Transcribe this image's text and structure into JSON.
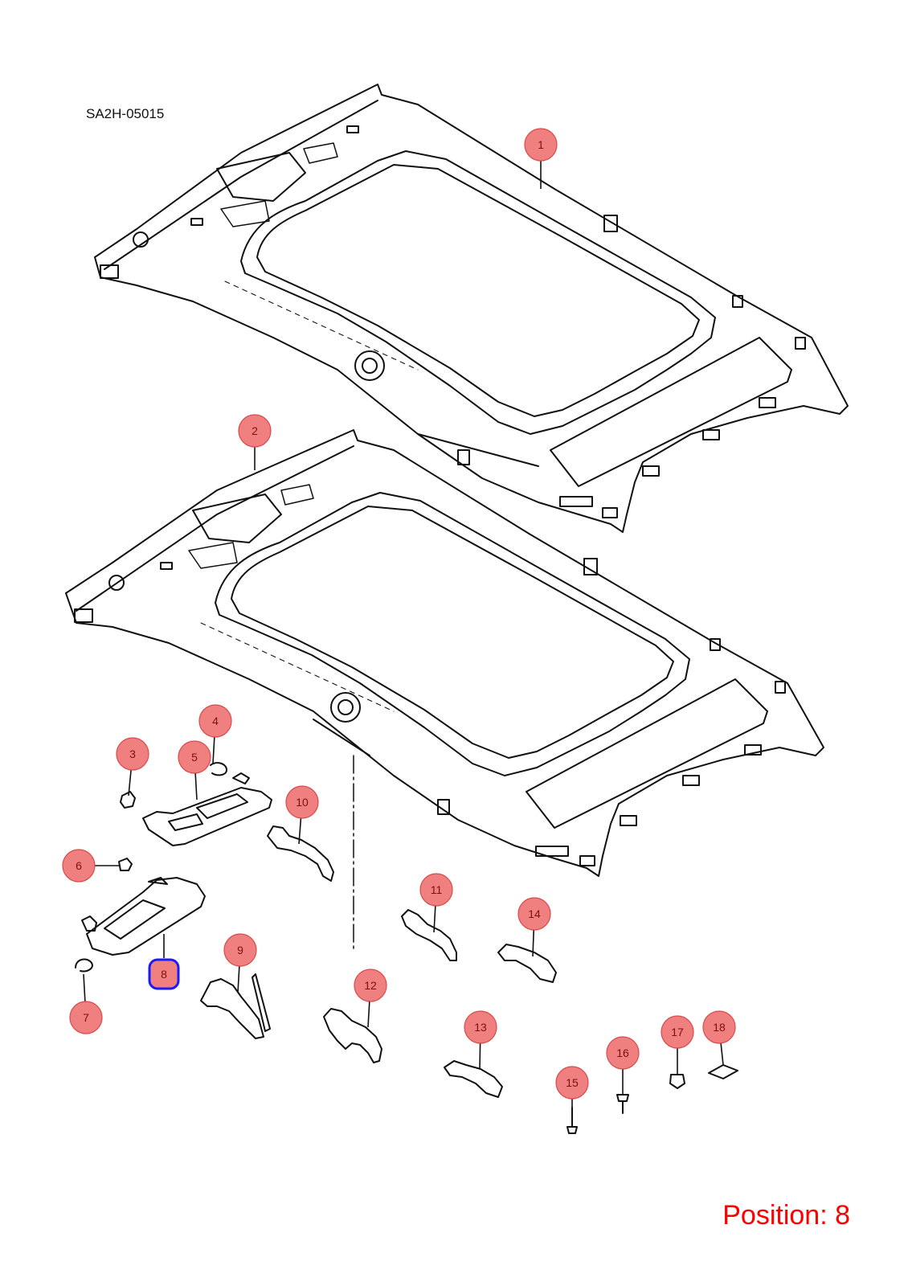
{
  "diagram": {
    "drawing_code": "SA2H-05015",
    "position_label": "Position: 8",
    "selected_callout": "8",
    "colors": {
      "callout_fill": "#f08080",
      "callout_stroke": "#d94a4a",
      "callout_text": "#7a1010",
      "selected_stroke": "#1a1aff",
      "position_text": "#ff0000",
      "line": "#111111"
    },
    "callouts": [
      {
        "id": "1",
        "label": "1"
      },
      {
        "id": "2",
        "label": "2"
      },
      {
        "id": "3",
        "label": "3"
      },
      {
        "id": "4",
        "label": "4"
      },
      {
        "id": "5",
        "label": "5"
      },
      {
        "id": "6",
        "label": "6"
      },
      {
        "id": "7",
        "label": "7"
      },
      {
        "id": "8",
        "label": "8"
      },
      {
        "id": "9",
        "label": "9"
      },
      {
        "id": "10",
        "label": "10"
      },
      {
        "id": "11",
        "label": "11"
      },
      {
        "id": "12",
        "label": "12"
      },
      {
        "id": "13",
        "label": "13"
      },
      {
        "id": "14",
        "label": "14"
      },
      {
        "id": "15",
        "label": "15"
      },
      {
        "id": "16",
        "label": "16"
      },
      {
        "id": "17",
        "label": "17"
      },
      {
        "id": "18",
        "label": "18"
      }
    ]
  }
}
